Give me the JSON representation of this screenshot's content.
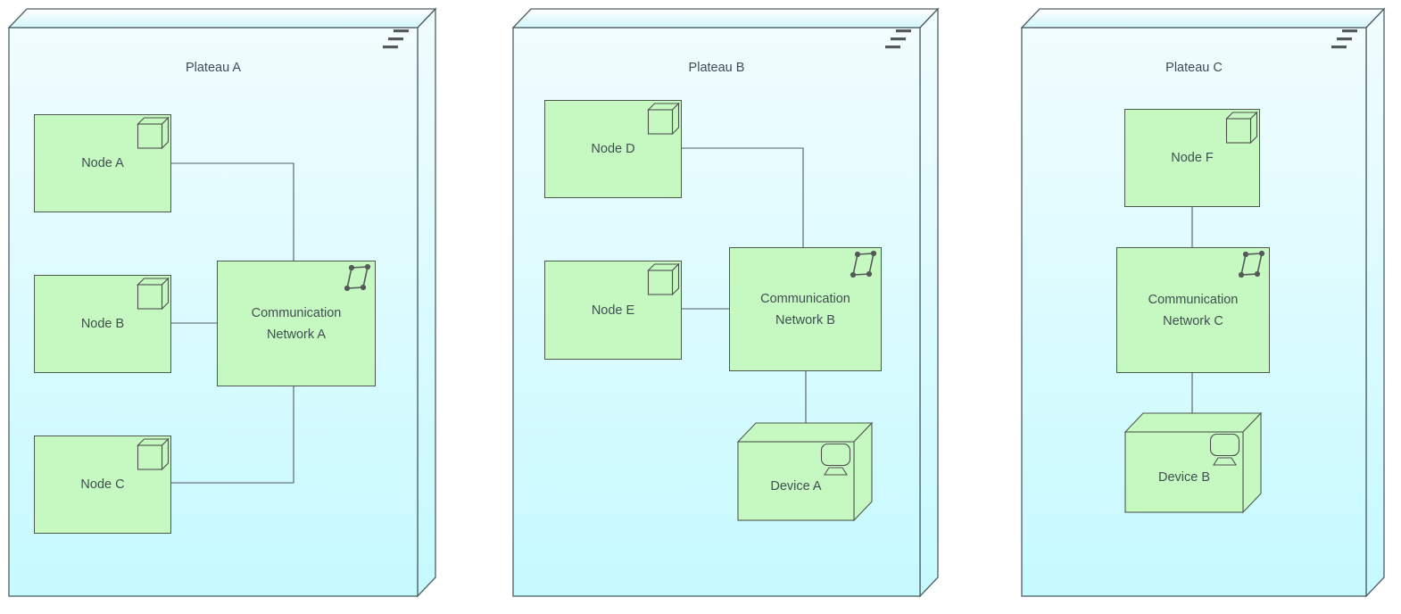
{
  "diagram_type": "archimate-plateau-view",
  "colors": {
    "background": "#ffffff",
    "plateau_fill_top": "#f1fcfe",
    "plateau_fill_bottom": "#c5fafe",
    "plateau_top_face_from": "#ffffff",
    "plateau_top_face_to": "#d2f6fa",
    "plateau_border": "#4e5f66",
    "element_fill": "#c6f9c2",
    "element_border": "#4e584f",
    "icon_color": "#54595a",
    "text_color": "#414e50",
    "connector_color": "#4f5e63"
  },
  "plateaus": [
    {
      "title": "Plateau A",
      "nodes": [
        {
          "label": "Node A"
        },
        {
          "label": "Node B"
        },
        {
          "label": "Node C"
        }
      ],
      "networks": [
        {
          "label": "Communication Network A"
        }
      ],
      "devices": []
    },
    {
      "title": "Plateau B",
      "nodes": [
        {
          "label": "Node D"
        },
        {
          "label": "Node E"
        }
      ],
      "networks": [
        {
          "label": "Communication Network B"
        }
      ],
      "devices": [
        {
          "label": "Device A"
        }
      ]
    },
    {
      "title": "Plateau C",
      "nodes": [
        {
          "label": "Node F"
        }
      ],
      "networks": [
        {
          "label": "Communication Network C"
        }
      ],
      "devices": [
        {
          "label": "Device B"
        }
      ]
    }
  ]
}
